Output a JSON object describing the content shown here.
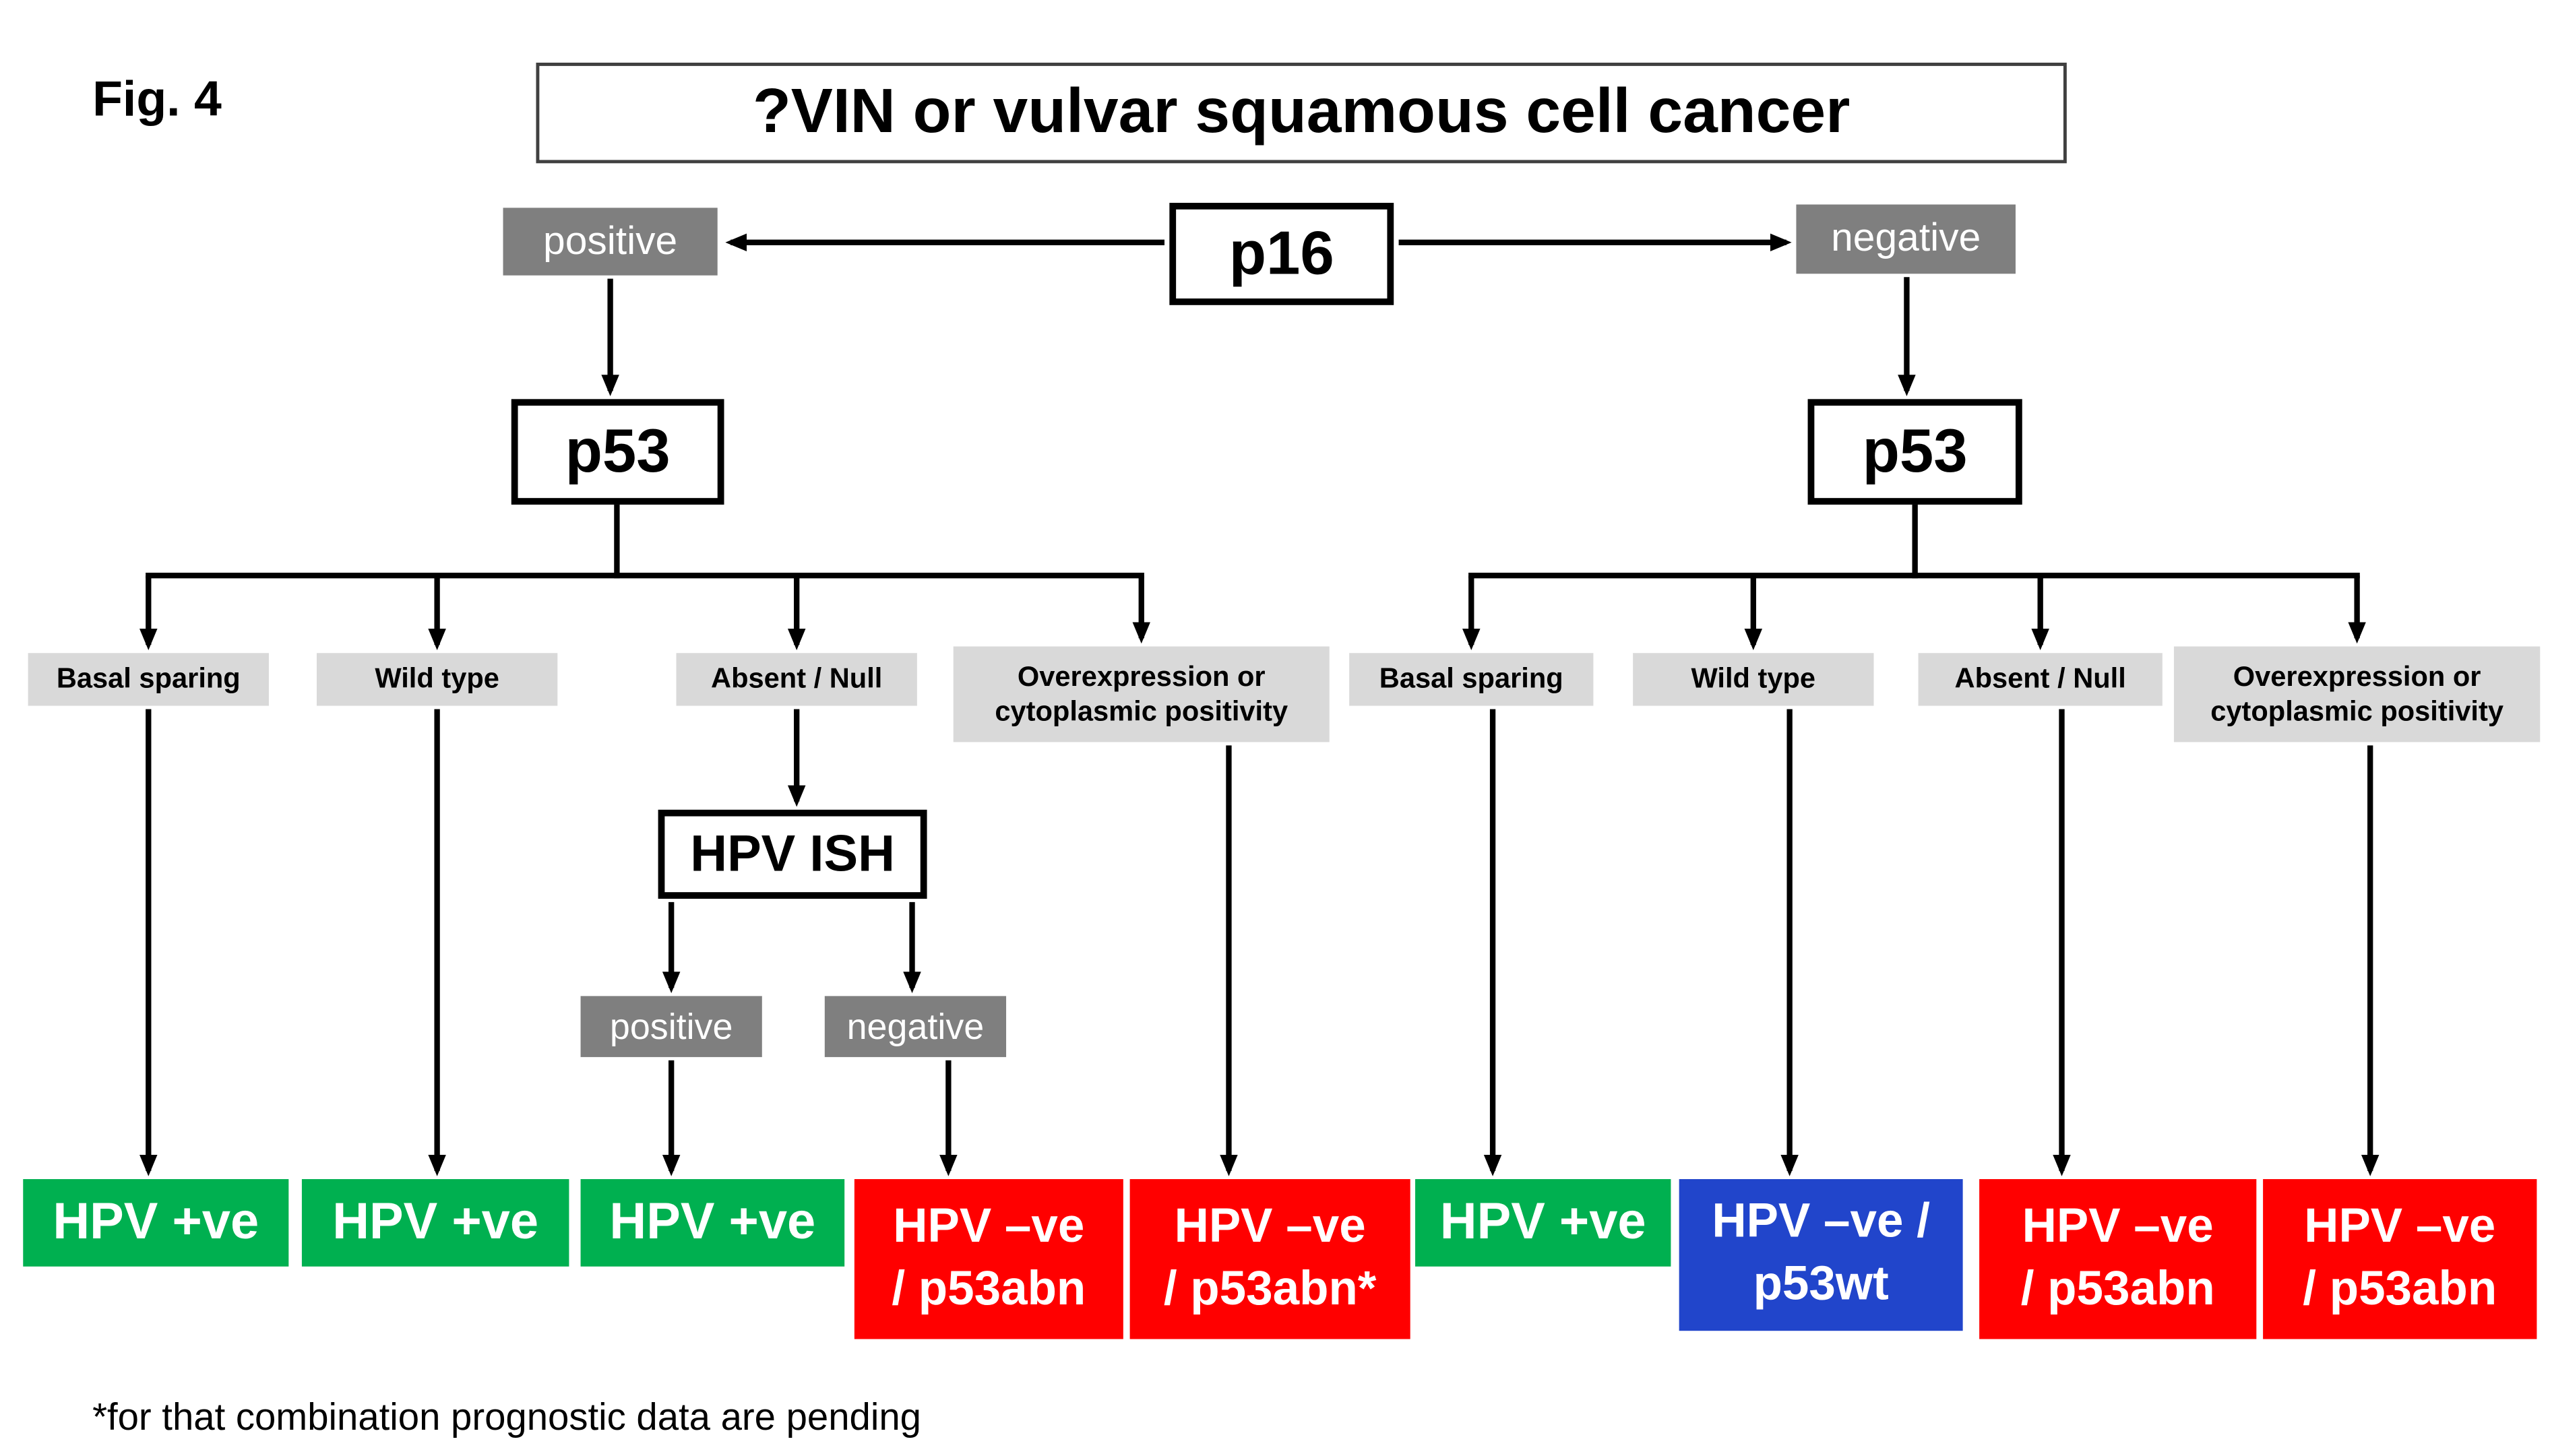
{
  "figure_label": "Fig. 4",
  "title": "?VIN or vulvar squamous cell cancer",
  "root_node": "p16",
  "p16_branches": {
    "positive": "positive",
    "negative": "negative"
  },
  "p53_left": "p53",
  "p53_right": "p53",
  "hpv_ish": "HPV ISH",
  "ish_branches": {
    "positive": "positive",
    "negative": "negative"
  },
  "left_patterns": [
    "Basal sparing",
    "Wild type",
    "Absent / Null",
    "Overexpression or cytoplasmic positivity"
  ],
  "right_patterns": [
    "Basal sparing",
    "Wild type",
    "Absent / Null",
    "Overexpression or cytoplasmic positivity"
  ],
  "outcomes": [
    {
      "label": "HPV +ve",
      "color": "green"
    },
    {
      "label": "HPV +ve",
      "color": "green"
    },
    {
      "label": "HPV +ve",
      "color": "green"
    },
    {
      "label": "HPV –ve\n/ p53abn",
      "color": "red"
    },
    {
      "label": "HPV –ve\n/ p53abn*",
      "color": "red"
    },
    {
      "label": "HPV +ve",
      "color": "green"
    },
    {
      "label": "HPV –ve /\np53wt",
      "color": "blue"
    },
    {
      "label": "HPV –ve\n/ p53abn",
      "color": "red"
    },
    {
      "label": "HPV –ve\n/ p53abn",
      "color": "red"
    }
  ],
  "colors": {
    "green": "#00B050",
    "red": "#FF0000",
    "blue": "#2145CB",
    "dark_gray": "#7F7F7F",
    "light_gray": "#D9D9D9"
  },
  "footnote": "*for that combination prognostic data are pending"
}
